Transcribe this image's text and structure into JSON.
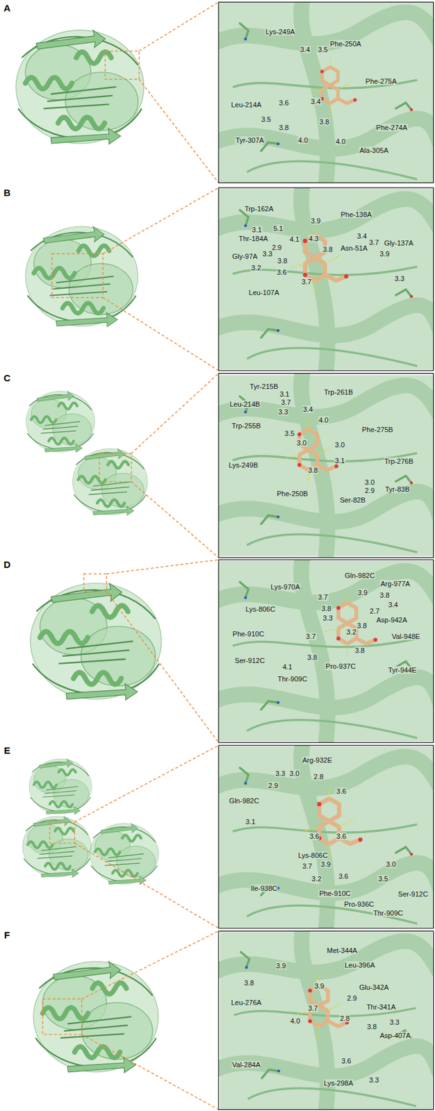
{
  "diagram": {
    "labels": [
      "A",
      "Lys-249A",
      "3.4",
      "3.5",
      "Phe-250A",
      "Phe-275A",
      "Leu-214A",
      "3.6",
      "3.4",
      "3.5",
      "3.8",
      "3.8",
      "Phe-274A",
      "Tyr-307A",
      "4.0",
      "4.0",
      "Ala-305A",
      "B",
      "Trp-162A",
      "Phe-138A",
      "3.9",
      "3.1",
      "5.1",
      "Thr-184A",
      "4.1",
      "4.3",
      "2.9",
      "3.4",
      "Gly-137A",
      "Gly-97A",
      "3.3",
      "3.8",
      "3.8",
      "Asn-51A",
      "3.7",
      "3.9",
      "3.2",
      "3.6",
      "3.7",
      "Leu-107A",
      "3.3",
      "C",
      "Tyr-215B",
      "3.1",
      "Trp-261B",
      "Leu-214B",
      "3.7",
      "3.4",
      "3.3",
      "4.0",
      "Trp-255B",
      "Phe-275B",
      "3.5",
      "3.0",
      "3.0",
      "3.1",
      "Trp-276B",
      "Lys-249B",
      "3.8",
      "3.0",
      "2.9",
      "Tyr-83B",
      "Phe-250B",
      "Ser-82B",
      "D",
      "Gln-982C",
      "Arg-977A",
      "Lys-970A",
      "3.9",
      "3.8",
      "3.7",
      "3.4",
      "Lys-806C",
      "3.8",
      "2.7",
      "3.3",
      "Asp-942A",
      "3.8",
      "3.2",
      "Phe-910C",
      "3.7",
      "Val-948E",
      "3.8",
      "3.8",
      "Ser-912C",
      "4.1",
      "Pro-937C",
      "Tyr-944E",
      "Thr-909C",
      "E",
      "Arg-932E",
      "3.3",
      "3.0",
      "2.8",
      "2.9",
      "3.6",
      "Gln-982C",
      "3.1",
      "3.6",
      "3.6",
      "Lys-806C",
      "3.9",
      "3.7",
      "3.0",
      "3.2",
      "3.6",
      "3.5",
      "Ile-938C",
      "Phe-910C",
      "Ser-912C",
      "Pro-936C",
      "Thr-909C",
      "F",
      "Met-344A",
      "3.9",
      "Leu-396A",
      "3.8",
      "3.9",
      "Glu-342A",
      "2.9",
      "Leu-276A",
      "Thr-341A",
      "3.7",
      "2.8",
      "4.0",
      "3.3",
      "3.8",
      "Asp-407A",
      "Val-284A",
      "3.6",
      "3.3",
      "Lys-298A"
    ]
  }
}
